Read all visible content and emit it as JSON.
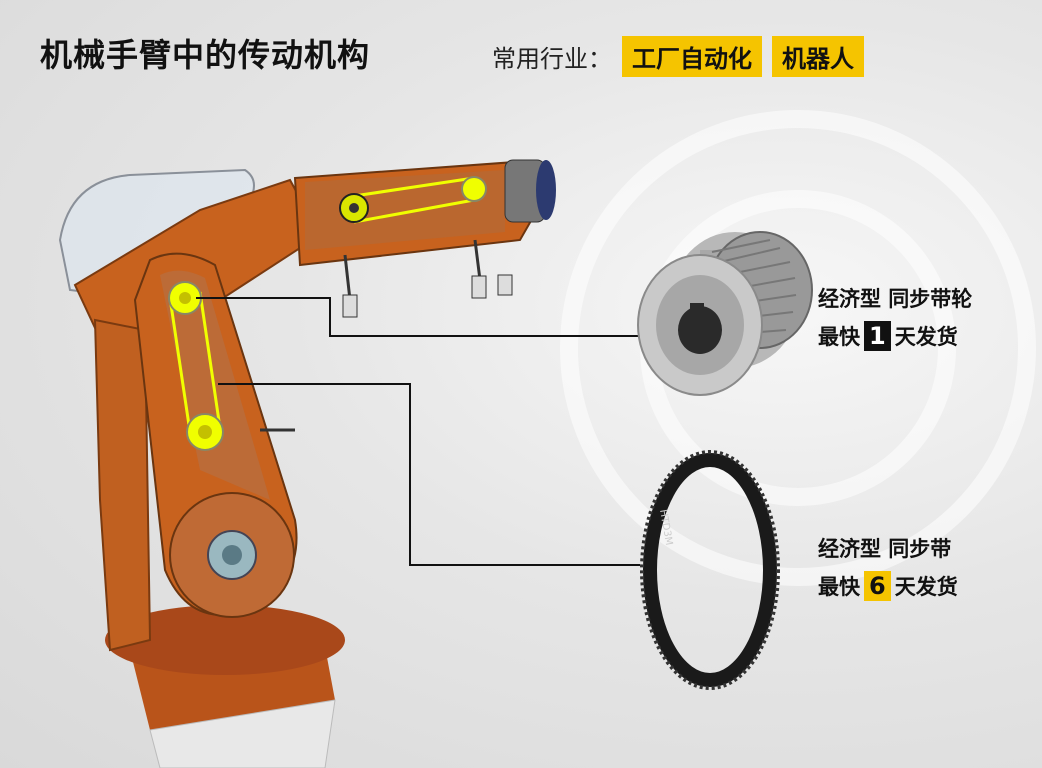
{
  "title": "机械手臂中的传动机构",
  "industry": {
    "label": "常用行业：",
    "tags": [
      "工厂自动化",
      "机器人"
    ]
  },
  "products": [
    {
      "line1": "经济型 同步带轮",
      "prefix": "最快",
      "days": "1",
      "suffix": "天发货"
    },
    {
      "line1": "经济型 同步带",
      "prefix": "最快",
      "days": "6",
      "suffix": "天发货"
    }
  ],
  "belt_marking": "HTD3M",
  "colors": {
    "accent": "#f5c400",
    "robot": "#c8621e",
    "highlight": "#f0ff00"
  }
}
